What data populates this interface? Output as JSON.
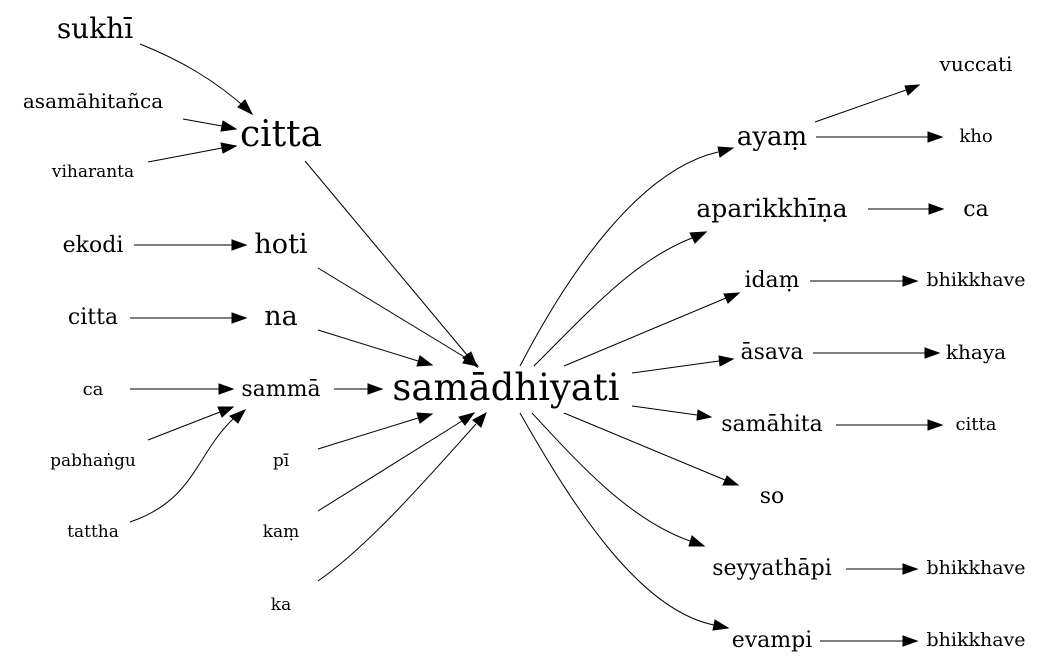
{
  "graph": {
    "background": "#ffffff",
    "ink": "#000000",
    "nodes": {
      "sukhi": "sukhī",
      "asamahitanca": "asamāhitañca",
      "viharanta": "viharanta",
      "citta_top": "citta",
      "ekodi": "ekodi",
      "hoti": "hoti",
      "citta_left": "citta",
      "na": "na",
      "ca_left": "ca",
      "samma": "sammā",
      "pabhangu": "pabhaṅgu",
      "tattha": "tattha",
      "pi": "pī",
      "kam": "kaṃ",
      "ka": "ka",
      "samadhiyati": "samādhiyati",
      "ayam": "ayaṃ",
      "vuccati": "vuccati",
      "kho": "kho",
      "aparikkhina": "aparikkhīṇa",
      "ca_right": "ca",
      "idam": "idaṃ",
      "bhikkhave_1": "bhikkhave",
      "asava": "āsava",
      "khaya": "khaya",
      "samahita": "samāhita",
      "citta_right": "citta",
      "so": "so",
      "seyyathapi": "seyyathāpi",
      "bhikkhave_2": "bhikkhave",
      "evampi": "evampi",
      "bhikkhave_3": "bhikkhave"
    },
    "edges": [
      [
        "sukhi",
        "citta_top"
      ],
      [
        "asamahitanca",
        "citta_top"
      ],
      [
        "viharanta",
        "citta_top"
      ],
      [
        "ekodi",
        "hoti"
      ],
      [
        "citta_left",
        "na"
      ],
      [
        "ca_left",
        "samma"
      ],
      [
        "pabhangu",
        "samma"
      ],
      [
        "tattha",
        "samma"
      ],
      [
        "citta_top",
        "samadhiyati"
      ],
      [
        "hoti",
        "samadhiyati"
      ],
      [
        "na",
        "samadhiyati"
      ],
      [
        "samma",
        "samadhiyati"
      ],
      [
        "pi",
        "samadhiyati"
      ],
      [
        "kam",
        "samadhiyati"
      ],
      [
        "ka",
        "samadhiyati"
      ],
      [
        "samadhiyati",
        "ayam"
      ],
      [
        "samadhiyati",
        "aparikkhina"
      ],
      [
        "samadhiyati",
        "idam"
      ],
      [
        "samadhiyati",
        "asava"
      ],
      [
        "samadhiyati",
        "samahita"
      ],
      [
        "samadhiyati",
        "so"
      ],
      [
        "samadhiyati",
        "seyyathapi"
      ],
      [
        "samadhiyati",
        "evampi"
      ],
      [
        "ayam",
        "vuccati"
      ],
      [
        "ayam",
        "kho"
      ],
      [
        "aparikkhina",
        "ca_right"
      ],
      [
        "idam",
        "bhikkhave_1"
      ],
      [
        "asava",
        "khaya"
      ],
      [
        "samahita",
        "citta_right"
      ],
      [
        "seyyathapi",
        "bhikkhave_2"
      ],
      [
        "evampi",
        "bhikkhave_3"
      ]
    ]
  }
}
